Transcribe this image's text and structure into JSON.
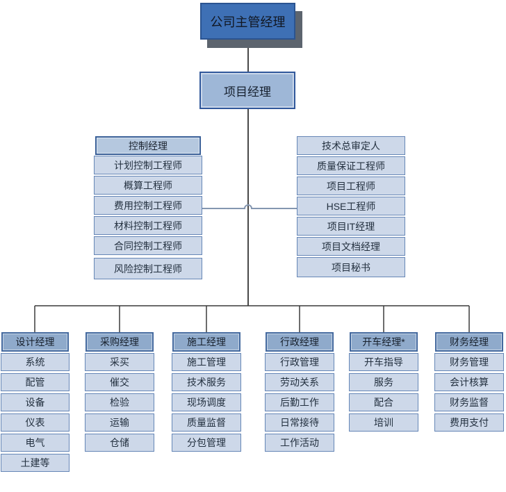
{
  "org": {
    "root": {
      "label": "公司主管经理"
    },
    "project_manager": {
      "label": "项目经理"
    },
    "control_column": {
      "header": "控制经理",
      "items": [
        "计划控制工程师",
        "概算工程师",
        "费用控制工程师",
        "材料控制工程师",
        "合同控制工程师",
        "风险控制工程师"
      ]
    },
    "staff_column": {
      "items": [
        "技术总审定人",
        "质量保证工程师",
        "项目工程师",
        "HSE工程师",
        "项目IT经理",
        "项目文档经理",
        "项目秘书"
      ]
    },
    "departments": [
      {
        "header": "设计经理",
        "items": [
          "系统",
          "配管",
          "设备",
          "仪表",
          "电气",
          "土建等"
        ]
      },
      {
        "header": "采购经理",
        "items": [
          "采买",
          "催交",
          "检验",
          "运输",
          "仓储"
        ]
      },
      {
        "header": "施工经理",
        "items": [
          "施工管理",
          "技术服务",
          "现场调度",
          "质量监督",
          "分包管理"
        ]
      },
      {
        "header": "行政经理",
        "items": [
          "行政管理",
          "劳动关系",
          "后勤工作",
          "日常接待",
          "工作活动"
        ]
      },
      {
        "header": "开车经理*",
        "items": [
          "开车指导",
          "服务",
          "配合",
          "培训"
        ]
      },
      {
        "header": "财务经理",
        "items": [
          "财务管理",
          "会计核算",
          "财务监督",
          "费用支付"
        ]
      }
    ]
  },
  "colors": {
    "root_fill": "#3E70B5",
    "root_border": "#2B5491",
    "root_shadow": "#5C646E",
    "pm_fill": "#9EB7D7",
    "pm_border": "#31589B",
    "sub_header_fill": "#B5C8DF",
    "dept_header_fill": "#8FAACB",
    "item_fill": "#CDD8E9",
    "item_border": "#6586B6",
    "connector_dark": "#3A3A3A",
    "connector_black": "#1A1A1A",
    "connector_blue": "#8496B0"
  }
}
